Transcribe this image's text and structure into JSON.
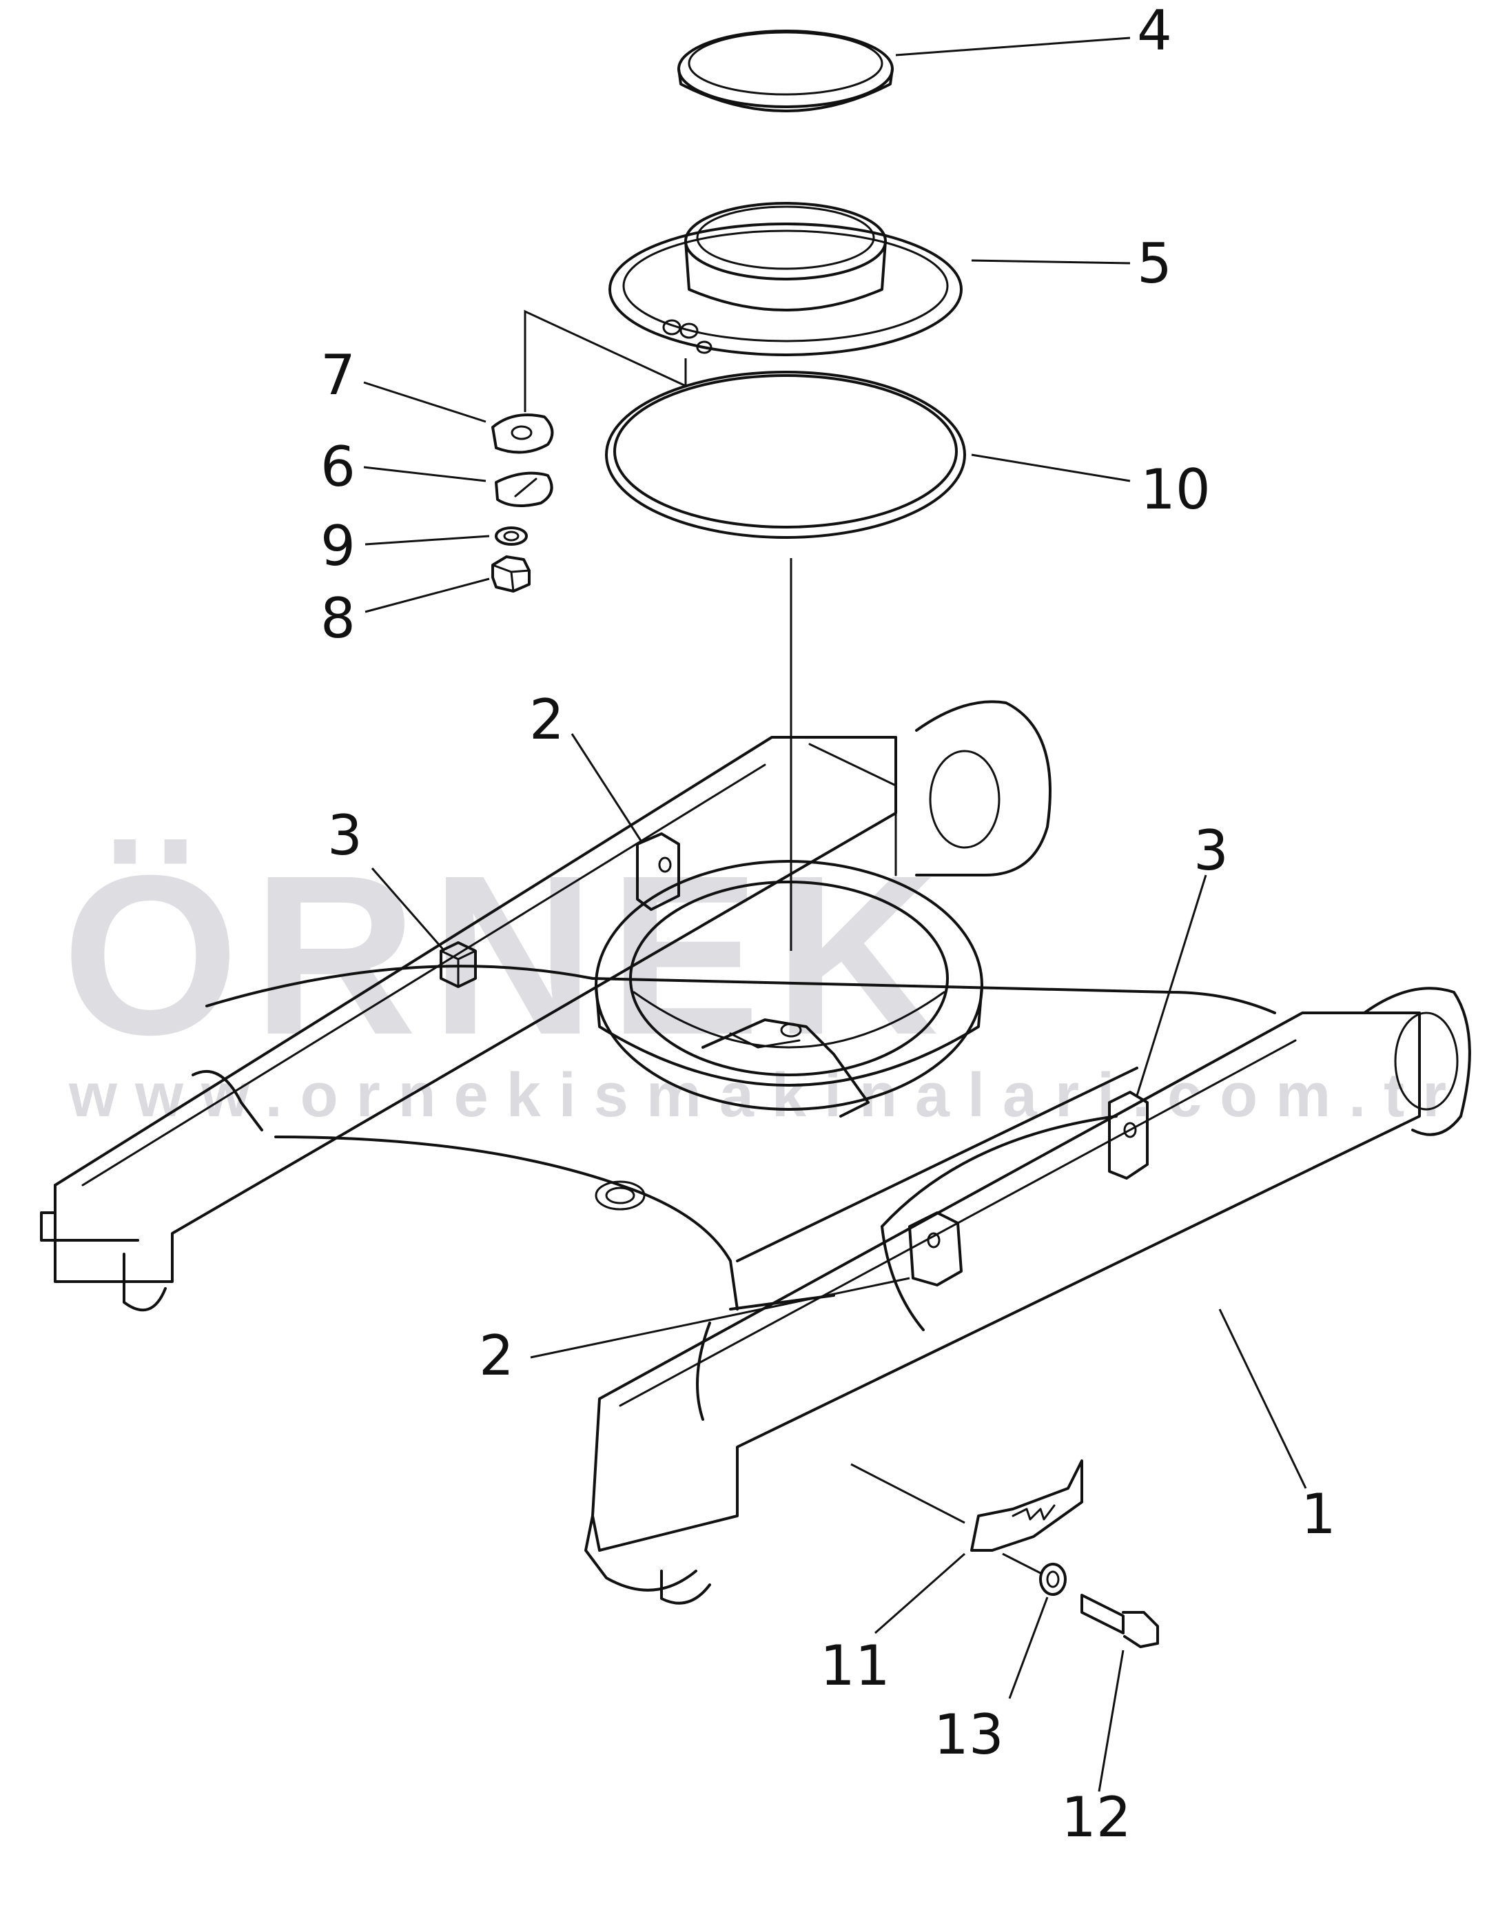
{
  "watermark": {
    "brand": "ÖRNEK",
    "url": "www.ornekismakinalari.com.tr",
    "accent_color": "#f5d678",
    "text_color": "#d8d8dd"
  },
  "callouts": [
    {
      "id": "c4",
      "label": "4"
    },
    {
      "id": "c5",
      "label": "5"
    },
    {
      "id": "c7",
      "label": "7"
    },
    {
      "id": "c6",
      "label": "6"
    },
    {
      "id": "c10",
      "label": "10"
    },
    {
      "id": "c9",
      "label": "9"
    },
    {
      "id": "c8",
      "label": "8"
    },
    {
      "id": "c2a",
      "label": "2"
    },
    {
      "id": "c3a",
      "label": "3"
    },
    {
      "id": "c3b",
      "label": "3"
    },
    {
      "id": "c2b",
      "label": "2"
    },
    {
      "id": "c1",
      "label": "1"
    },
    {
      "id": "c11",
      "label": "11"
    },
    {
      "id": "c13",
      "label": "13"
    },
    {
      "id": "c12",
      "label": "12"
    }
  ]
}
